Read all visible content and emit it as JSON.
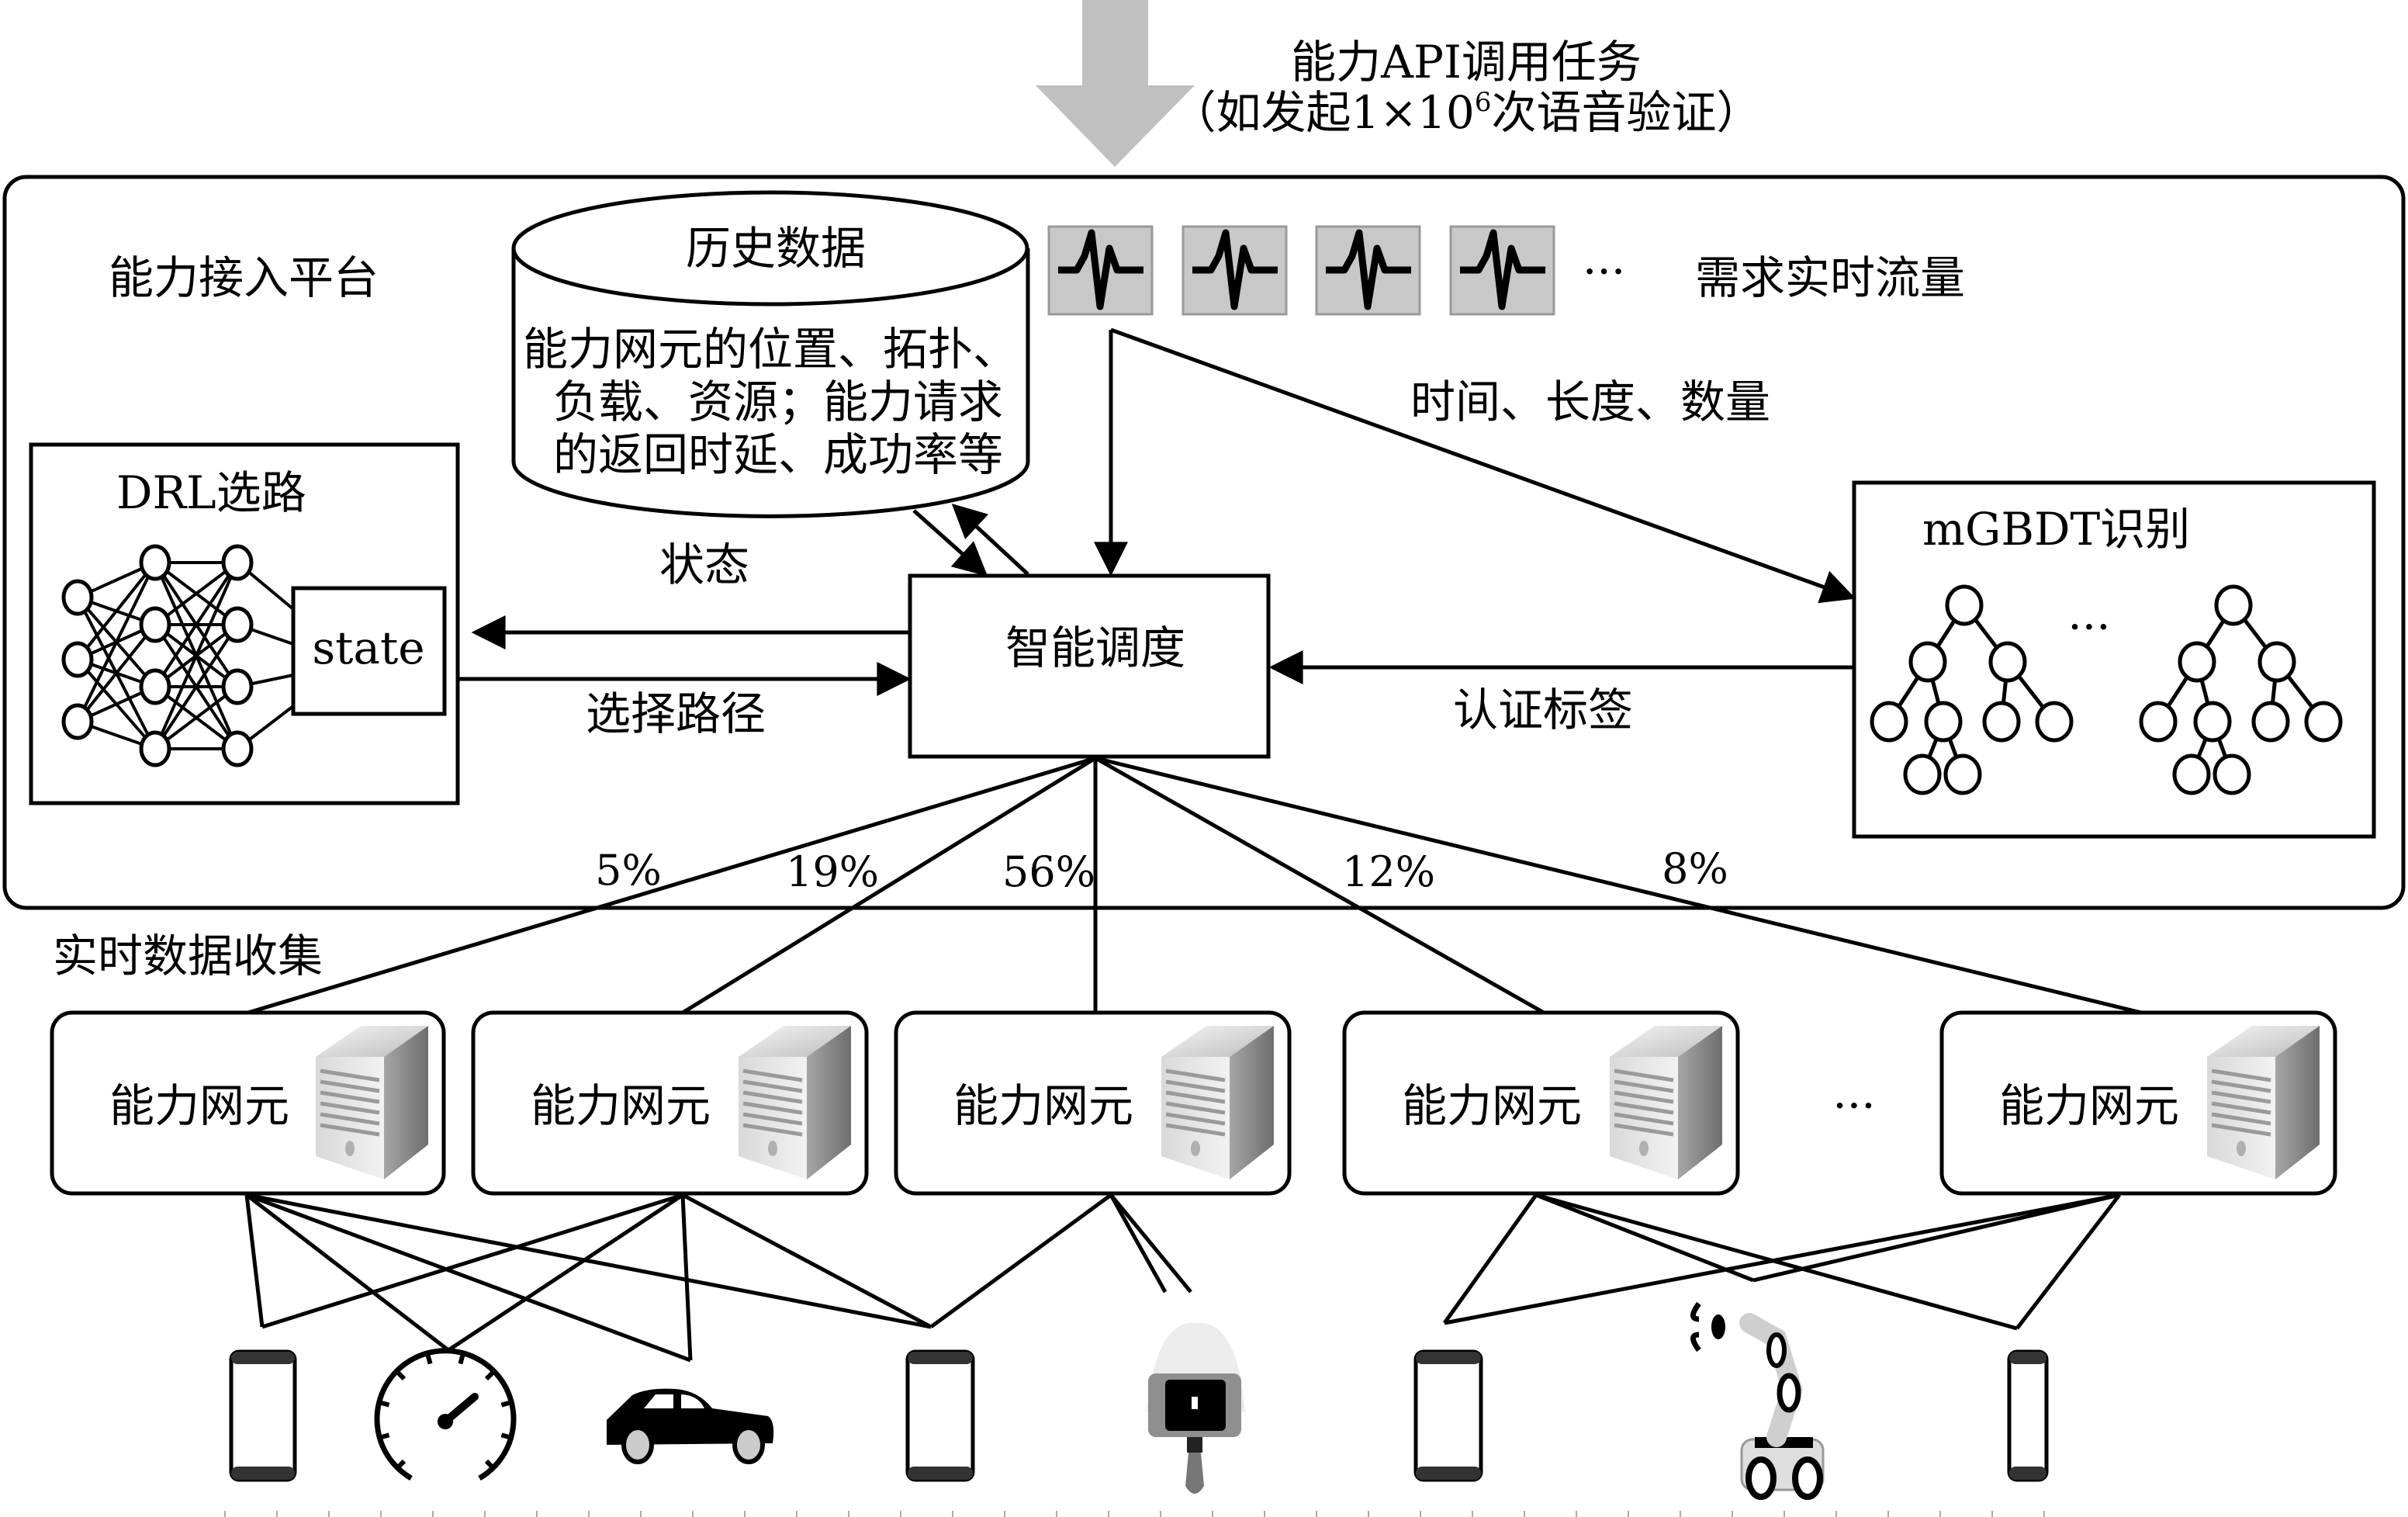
{
  "input_task": {
    "title_line1": "能力API调用任务",
    "title_line2_prefix": "（如发起1×10",
    "title_line2_sup": "6",
    "title_line2_suffix": "次语音验证）",
    "arrow_icon": "down-arrow-icon"
  },
  "platform": {
    "label": "能力接入平台"
  },
  "history_db": {
    "title": "历史数据",
    "lines": [
      "能力网元的位置、拓扑、",
      "负载、资源；能力请求",
      "的返回时延、成功率等"
    ]
  },
  "traffic": {
    "icon_count": 4,
    "ellipsis": "···",
    "label": "需求实时流量",
    "edge_label": "时间、长度、数量"
  },
  "drl": {
    "title": "DRL选路",
    "state_label": "state"
  },
  "scheduler": {
    "label": "智能调度",
    "to_drl_label": "状态",
    "from_drl_label": "选择路径",
    "from_mgbdt_label": "认证标签"
  },
  "mgbdt": {
    "title": "mGBDT识别",
    "ellipsis": "···"
  },
  "routing": {
    "section_label": "实时数据收集",
    "shares": [
      "5%",
      "19%",
      "56%",
      "12%",
      "8%"
    ]
  },
  "nodes": {
    "label": "能力网元",
    "ellipsis": "···",
    "items": [
      {
        "label": "能力网元"
      },
      {
        "label": "能力网元"
      },
      {
        "label": "能力网元"
      },
      {
        "label": "能力网元"
      },
      {
        "label": "能力网元"
      }
    ]
  },
  "devices": [
    {
      "name": "smartphone",
      "icon": "smartphone-icon"
    },
    {
      "name": "speedometer",
      "icon": "speedometer-icon"
    },
    {
      "name": "car",
      "icon": "car-icon"
    },
    {
      "name": "smartphone",
      "icon": "smartphone-icon"
    },
    {
      "name": "surveillance camera",
      "icon": "camera-icon"
    },
    {
      "name": "smartphone",
      "icon": "smartphone-icon"
    },
    {
      "name": "robot arm",
      "icon": "robot-arm-icon"
    },
    {
      "name": "smartphone",
      "icon": "smartphone-icon"
    }
  ],
  "colors": {
    "line": "#000000",
    "arrow_fill": "#c0c0c0",
    "pulse_bg": "#c8c8c8",
    "server_light": "#e6e6e6",
    "server_dark": "#8a8a8a"
  }
}
